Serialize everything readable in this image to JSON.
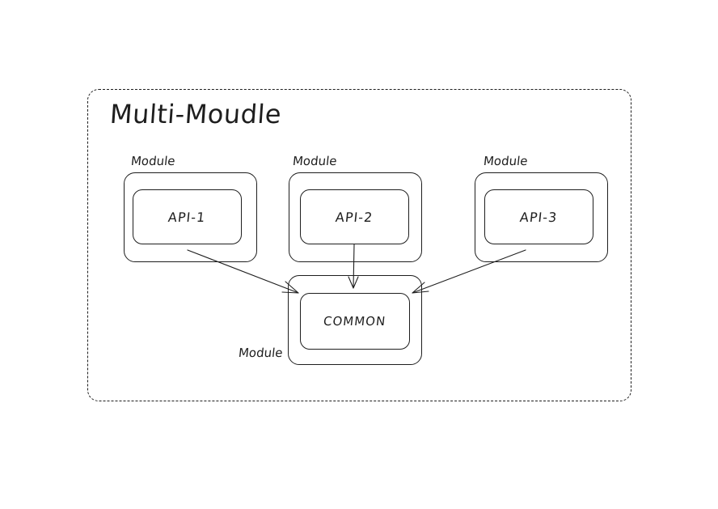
{
  "diagram": {
    "title": "Multi-Moudle",
    "module_label": "Module",
    "modules": [
      {
        "id": "api-1",
        "label": "API-1"
      },
      {
        "id": "api-2",
        "label": "API-2"
      },
      {
        "id": "api-3",
        "label": "API-3"
      },
      {
        "id": "common",
        "label": "COMMON"
      }
    ],
    "edges": [
      {
        "from": "API-1",
        "to": "COMMON"
      },
      {
        "from": "API-2",
        "to": "COMMON"
      },
      {
        "from": "API-3",
        "to": "COMMON"
      }
    ],
    "colors": {
      "stroke": "#1e1e1e",
      "background": "#ffffff"
    }
  }
}
